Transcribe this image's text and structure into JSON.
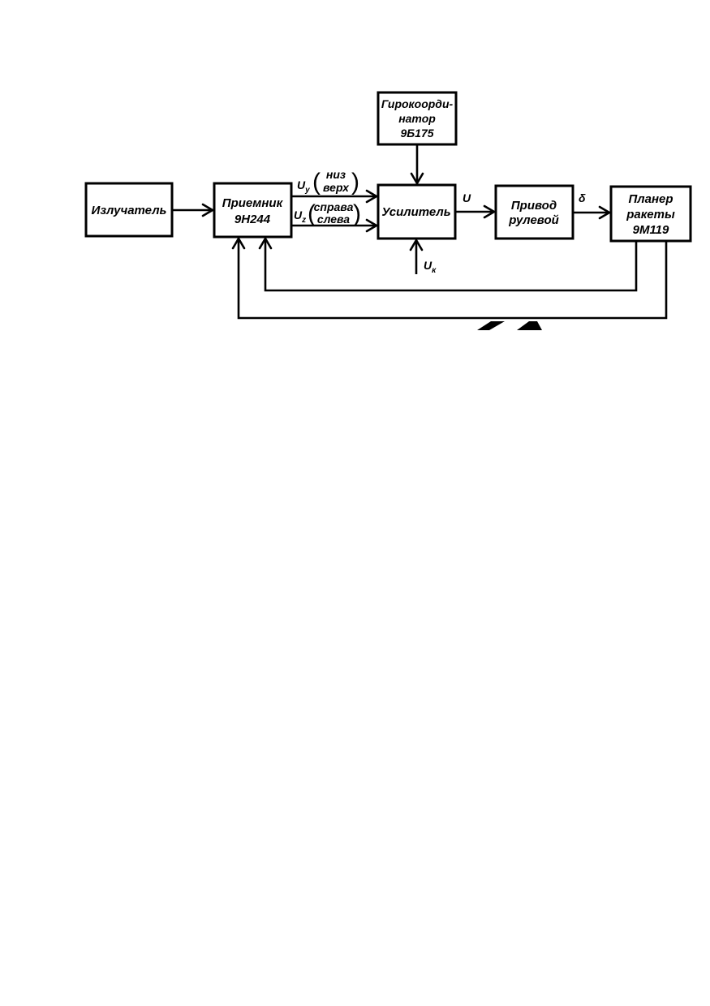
{
  "blocks": {
    "emitter": {
      "line1": "Излучатель"
    },
    "receiver": {
      "line1": "Приемник",
      "line2": "9Н244"
    },
    "gyro": {
      "line1": "Гирокоорди-",
      "line2": "натор",
      "line3": "9Б175"
    },
    "amplifier": {
      "line1": "Усилитель"
    },
    "actuator": {
      "line1": "Привод",
      "line2": "рулевой"
    },
    "airframe": {
      "line1": "Планер",
      "line2": "ракеты",
      "line3": "9М119"
    }
  },
  "signals": {
    "uy": {
      "symbol": "U",
      "subscript": "y",
      "line1": "низ",
      "line2": "верх"
    },
    "uz": {
      "symbol": "U",
      "subscript": "z",
      "line1": "справа",
      "line2": "слева"
    },
    "u": "U",
    "delta": "δ",
    "uk": {
      "symbol": "U",
      "subscript": "к"
    }
  }
}
